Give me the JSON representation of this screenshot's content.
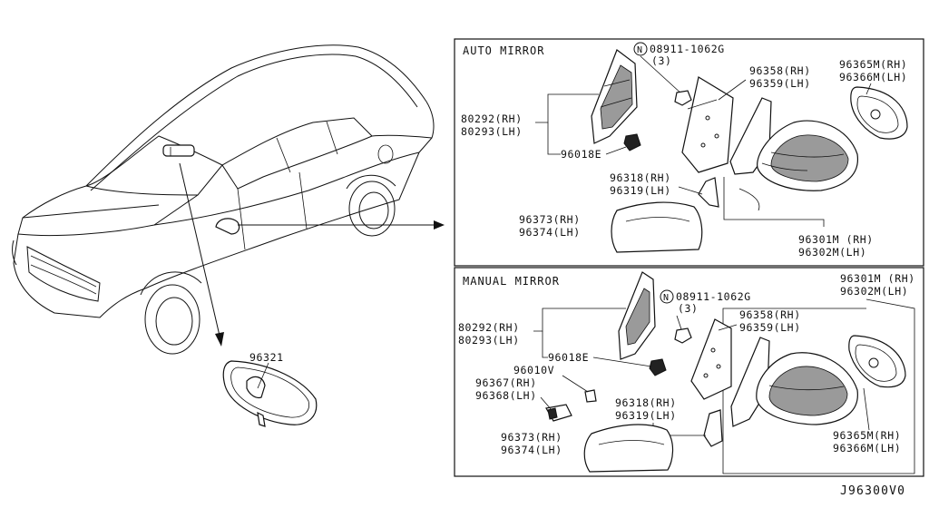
{
  "diagram_code": "J96300V0",
  "overview": {
    "inner_mirror_label": "96321"
  },
  "auto_panel": {
    "title": "AUTO MIRROR",
    "nut": {
      "symbol": "N",
      "part": "08911-1062G",
      "qty": "(3)"
    },
    "labels": {
      "glass_rh": "96365M(RH)",
      "glass_lh": "96366M(LH)",
      "base_rh": "96358(RH)",
      "base_lh": "96359(LH)",
      "garnish_rh": "80292(RH)",
      "garnish_lh": "80293(LH)",
      "clip": "96018E",
      "cover_inner_rh": "96318(RH)",
      "cover_inner_lh": "96319(LH)",
      "cover_rh": "96373(RH)",
      "cover_lh": "96374(LH)",
      "assy_rh": "96301M (RH)",
      "assy_lh": "96302M(LH)"
    }
  },
  "manual_panel": {
    "title": "MANUAL MIRROR",
    "nut": {
      "symbol": "N",
      "part": "08911-1062G",
      "qty": "(3)"
    },
    "labels": {
      "assy_rh": "96301M (RH)",
      "assy_lh": "96302M(LH)",
      "base_rh": "96358(RH)",
      "base_lh": "96359(LH)",
      "garnish_rh": "80292(RH)",
      "garnish_lh": "80293(LH)",
      "clip": "96018E",
      "screw": "96010V",
      "knob_rh": "96367(RH)",
      "knob_lh": "96368(LH)",
      "cover_inner_rh": "96318(RH)",
      "cover_inner_lh": "96319(LH)",
      "cover_rh": "96373(RH)",
      "cover_lh": "96374(LH)",
      "glass_rh": "96365M(RH)",
      "glass_lh": "96366M(LH)"
    }
  }
}
